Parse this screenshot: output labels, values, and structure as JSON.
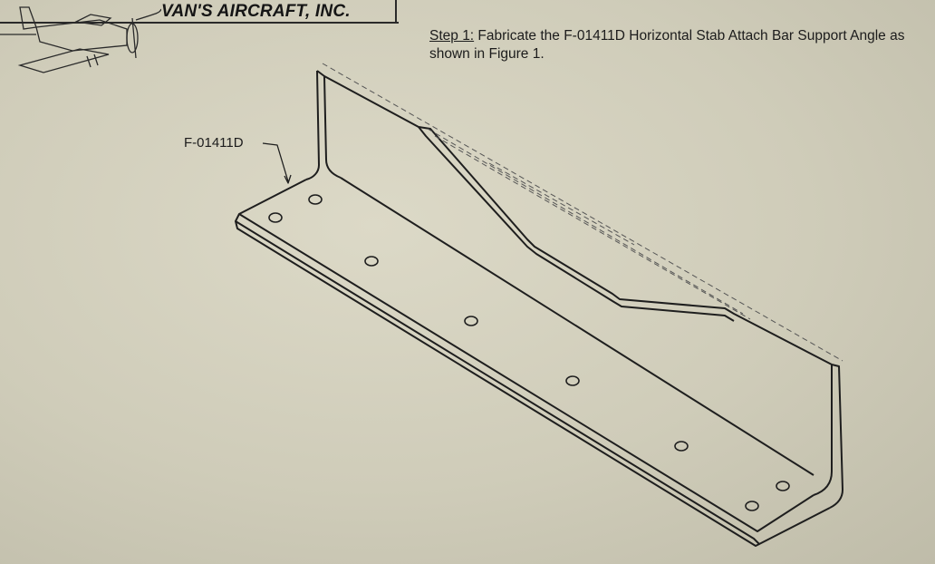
{
  "header": {
    "company": "VAN'S AIRCRAFT, INC."
  },
  "step": {
    "number": "Step 1:",
    "text": " Fabricate the F-01411D Horizontal Stab Attach Bar Support Angle as shown in Figure 1."
  },
  "figure": {
    "part_label": "F-01411D"
  },
  "icons": {
    "logo": "airplane-logo-icon"
  }
}
